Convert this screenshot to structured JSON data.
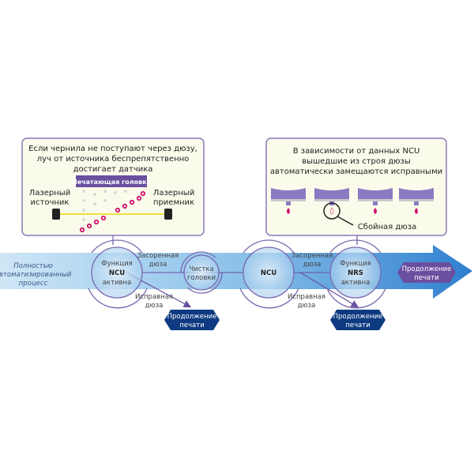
{
  "left_panel": {
    "title_lines": [
      "Если чернила не поступают через дюзу,",
      "луч от источника беспрепятственно",
      "достигает датчика"
    ],
    "head_label": "Печатающая головка",
    "laser_source": [
      "Лазерный",
      "источник"
    ],
    "laser_receiver": [
      "Лазерный",
      "приемник"
    ]
  },
  "right_panel": {
    "title_lines": [
      "В зависимости от данных NCU",
      "вышедшие из строя дюзы",
      "автоматически замещаются исправными"
    ],
    "faulty_label": "Сбойная дюза"
  },
  "flow": {
    "start_label": [
      "Полностью",
      "автоматизированный",
      "процесс"
    ],
    "ncu_function": [
      "Функция",
      "NCU",
      "активна"
    ],
    "clogged_1": [
      "Засоренная",
      "дюза"
    ],
    "good_1": [
      "Исправная",
      "дюза"
    ],
    "cleaning": [
      "Чистка",
      "головки"
    ],
    "ncu": "NCU",
    "clogged_2": [
      "Засоренная",
      "дюза"
    ],
    "good_2": [
      "Исправная",
      "дюза"
    ],
    "nrs_function": [
      "Функция",
      "NRS",
      "активна"
    ],
    "continue_1": [
      "Продолжение",
      "печати"
    ],
    "continue_2": [
      "Продолжение",
      "печати"
    ],
    "continue_final": [
      "Продолжение",
      "печати"
    ]
  },
  "colors": {
    "purple": "#6a4fa0",
    "navy": "#0d3a80",
    "arrow_blue": "#2f7fcf",
    "panel_bg": "#fbfbec",
    "dot": "#d0126a"
  }
}
